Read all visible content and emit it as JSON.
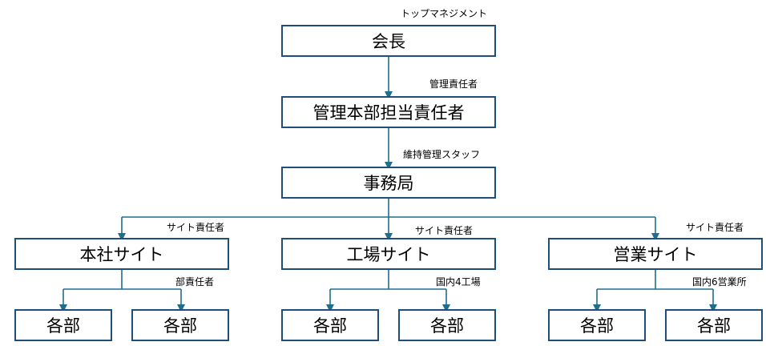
{
  "colors": {
    "line": "#1f6e8c",
    "box_border": "#1f4e79"
  },
  "top": {
    "label": "トップマネジメント",
    "box": "会長"
  },
  "manager": {
    "label": "管理責任者",
    "box": "管理本部担当責任者"
  },
  "office": {
    "label": "維持管理スタッフ",
    "box": "事務局"
  },
  "sites": [
    {
      "label": "サイト責任者",
      "box": "本社サイト",
      "sub_label": "部責任者",
      "departments": [
        "各部",
        "各部"
      ]
    },
    {
      "label": "サイト責任者",
      "box": "工場サイト",
      "sub_label": "国内4工場",
      "departments": [
        "各部",
        "各部"
      ]
    },
    {
      "label": "サイト責任者",
      "box": "営業サイト",
      "sub_label": "国内6営業所",
      "departments": [
        "各部",
        "各部"
      ]
    }
  ]
}
